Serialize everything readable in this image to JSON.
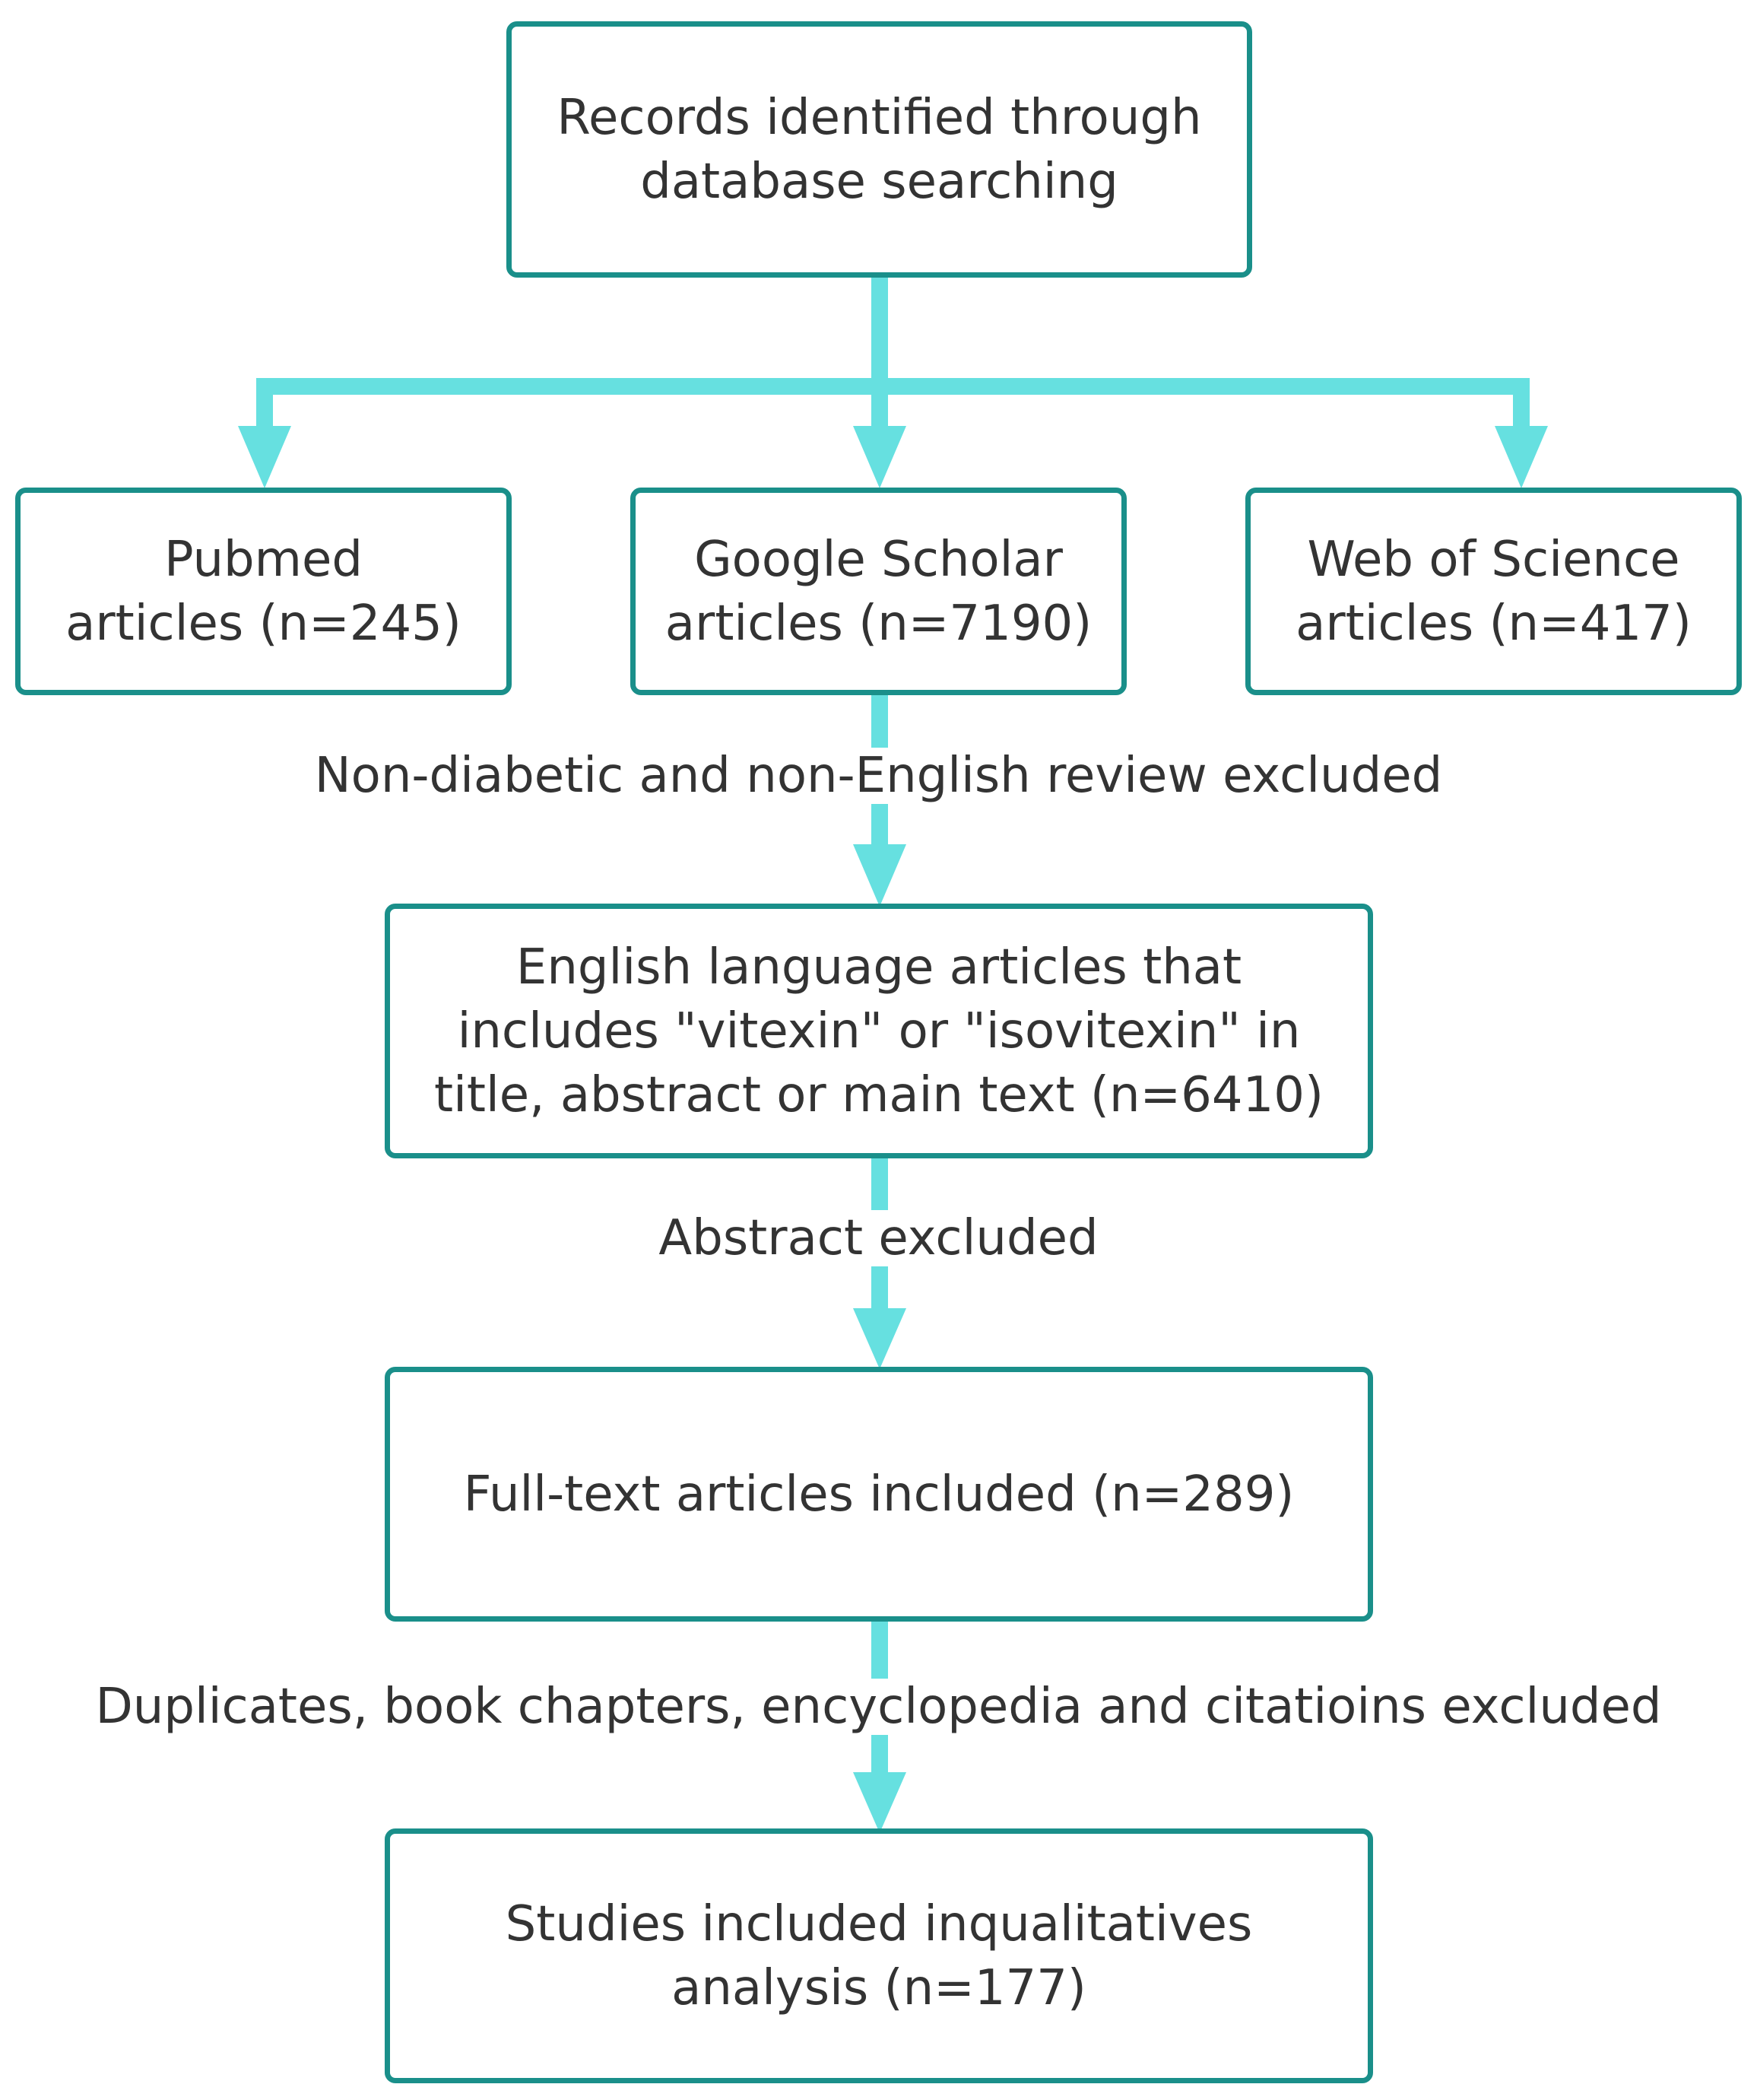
{
  "colors": {
    "box_border": "#1a8f8a",
    "connector": "#66e0e0",
    "text": "#333333"
  },
  "nodes": {
    "root": {
      "lines": [
        "Records identified through",
        "database searching"
      ]
    },
    "pubmed": {
      "lines": [
        "Pubmed",
        "articles (n=245)"
      ]
    },
    "scholar": {
      "lines": [
        "Google Scholar",
        "articles (n=7190)"
      ]
    },
    "wos": {
      "lines": [
        "Web of Science",
        "articles (n=417)"
      ]
    },
    "english": {
      "lines": [
        "English language articles that",
        "includes \"vitexin\" or \"isovitexin\" in",
        "title, abstract or main text (n=6410)"
      ]
    },
    "fulltext": {
      "lines": [
        "Full-text articles included (n=289)"
      ]
    },
    "studies": {
      "lines": [
        "Studies included inqualitatives",
        "analysis (n=177)"
      ]
    }
  },
  "edge_labels": {
    "non_diabetic": "Non-diabetic and non-English review excluded",
    "abstract": "Abstract excluded",
    "duplicates": "Duplicates, book chapters, encyclopedia and citatioins excluded"
  }
}
